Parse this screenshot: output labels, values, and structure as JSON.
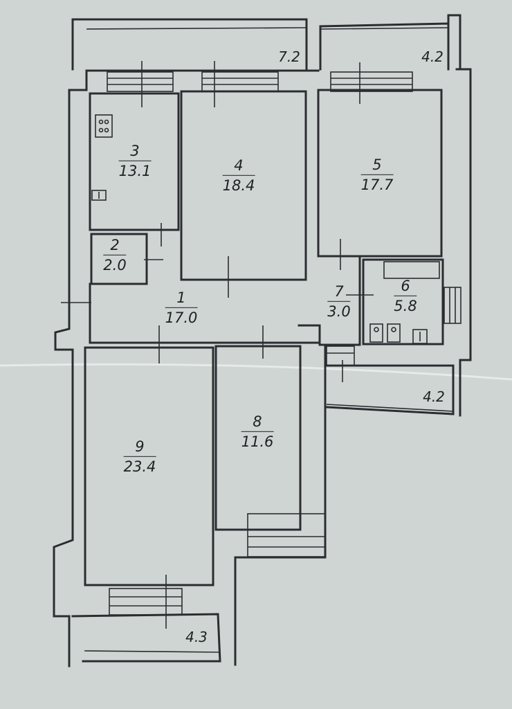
{
  "rooms": [
    {
      "id": "3",
      "number": "3",
      "area": "13.1"
    },
    {
      "id": "4",
      "number": "4",
      "area": "18.4"
    },
    {
      "id": "5",
      "number": "5",
      "area": "17.7"
    },
    {
      "id": "2",
      "number": "2",
      "area": "2.0"
    },
    {
      "id": "1",
      "number": "1",
      "area": "17.0"
    },
    {
      "id": "7",
      "number": "7",
      "area": "3.0"
    },
    {
      "id": "6",
      "number": "6",
      "area": "5.8"
    },
    {
      "id": "8",
      "number": "8",
      "area": "11.6"
    },
    {
      "id": "9",
      "number": "9",
      "area": "23.4"
    }
  ],
  "balconies": [
    {
      "id": "top-left",
      "area": "7.2"
    },
    {
      "id": "top-right",
      "area": "4.2"
    },
    {
      "id": "right",
      "area": "4.2"
    },
    {
      "id": "bottom",
      "area": "4.3"
    }
  ],
  "colors": {
    "paper": "#cfd5d3",
    "ink": "#2b2d30"
  }
}
